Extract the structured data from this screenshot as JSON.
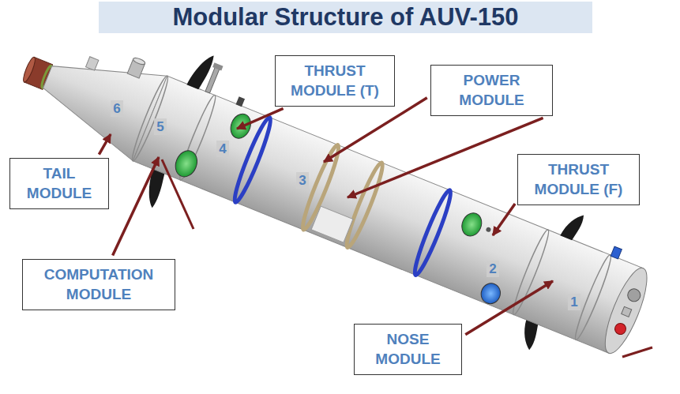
{
  "diagram": {
    "title": "Modular Structure of AUV-150",
    "nodes": [
      {
        "text": [
          "THRUST MODULE (T)"
        ]
      },
      {
        "text": [
          "POWER MODULE"
        ]
      },
      {
        "text": [
          "TAIL MODULE"
        ]
      },
      {
        "text": [
          "THRUST MODULE (F)"
        ]
      },
      {
        "text": [
          "COMPUTATION MODULE"
        ]
      },
      {
        "text": [
          "NOSE MODULE"
        ]
      }
    ],
    "labels": [
      "6",
      "5",
      "4",
      "3",
      "2",
      "1"
    ]
  }
}
